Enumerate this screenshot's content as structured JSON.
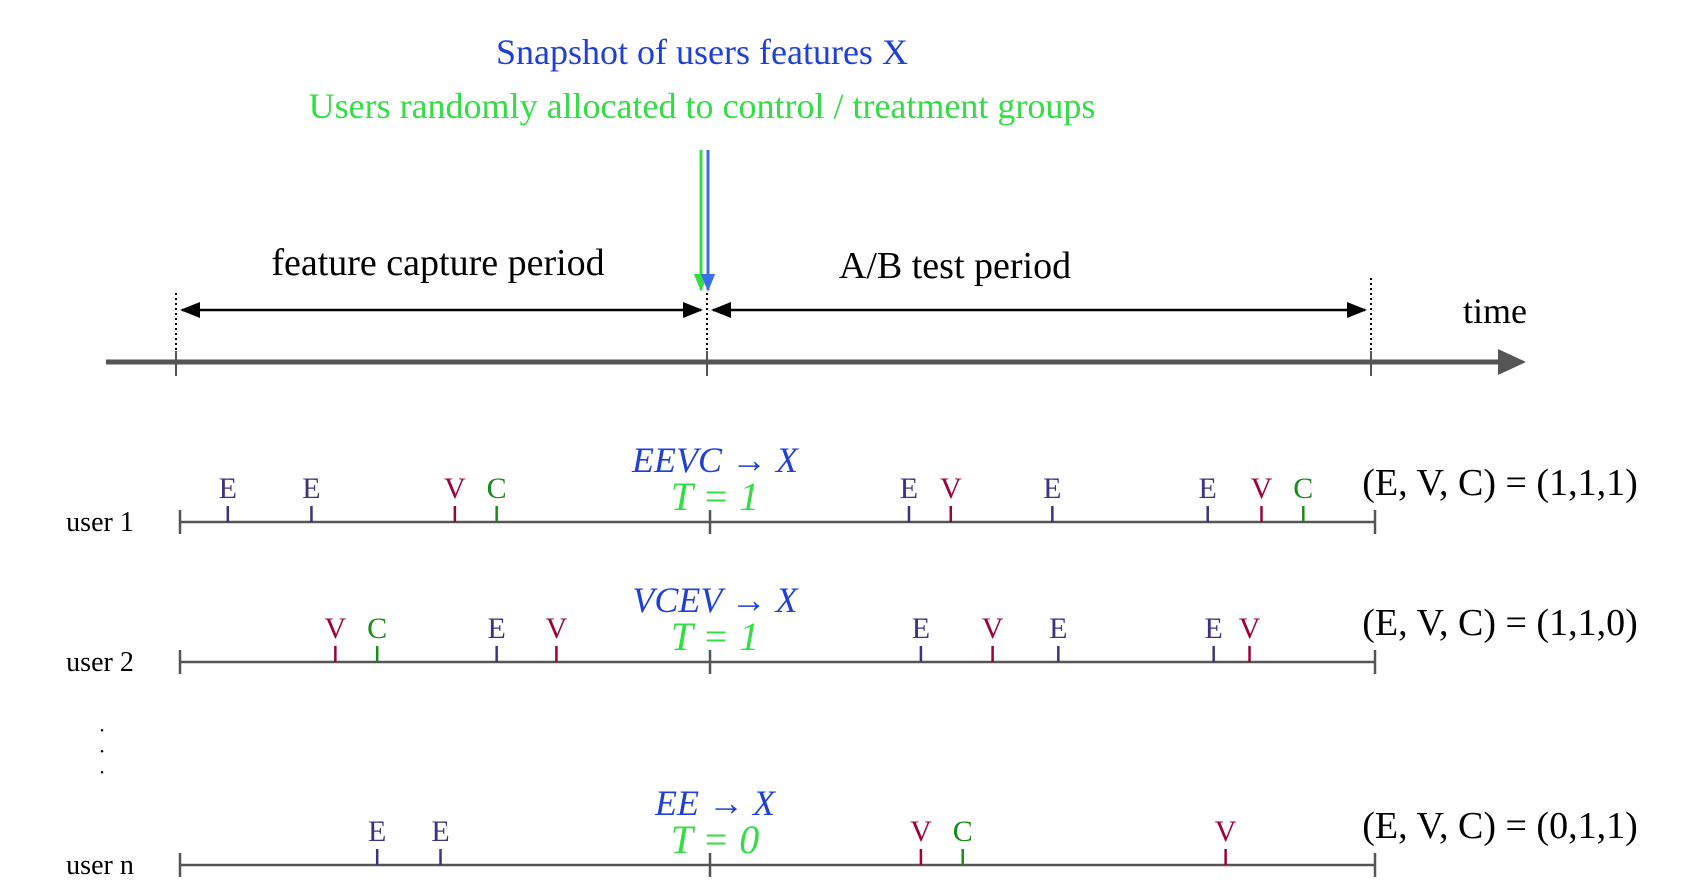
{
  "header": {
    "snapshot_text": "Snapshot of users features X",
    "allocation_text": "Users randomly allocated to control / treatment groups"
  },
  "timeline": {
    "feature_period_label": "feature capture period",
    "ab_period_label": "A/B test period",
    "time_label": "time"
  },
  "colors": {
    "snapshot_blue": "#1f3fd6",
    "allocation_green": "#33dd44",
    "E": "#3d3280",
    "V": "#a0003a",
    "C": "#1a8a1a",
    "axis": "#555555"
  },
  "users": [
    {
      "label": "user 1",
      "feature_expr": "EEVC → X",
      "treatment": "T = 1",
      "outcome": "(E, V, C) = (1,1,1)",
      "events": [
        {
          "type": "E",
          "t": 0.04
        },
        {
          "type": "E",
          "t": 0.11
        },
        {
          "type": "V",
          "t": 0.23
        },
        {
          "type": "C",
          "t": 0.265
        },
        {
          "type": "E",
          "t": 0.61
        },
        {
          "type": "V",
          "t": 0.645
        },
        {
          "type": "E",
          "t": 0.73
        },
        {
          "type": "E",
          "t": 0.86
        },
        {
          "type": "V",
          "t": 0.905
        },
        {
          "type": "C",
          "t": 0.94
        }
      ]
    },
    {
      "label": "user 2",
      "feature_expr": "VCEV → X",
      "treatment": "T = 1",
      "outcome": "(E, V, C) = (1,1,0)",
      "events": [
        {
          "type": "V",
          "t": 0.13
        },
        {
          "type": "C",
          "t": 0.165
        },
        {
          "type": "E",
          "t": 0.265
        },
        {
          "type": "V",
          "t": 0.315
        },
        {
          "type": "E",
          "t": 0.62
        },
        {
          "type": "V",
          "t": 0.68
        },
        {
          "type": "E",
          "t": 0.735
        },
        {
          "type": "E",
          "t": 0.865
        },
        {
          "type": "V",
          "t": 0.895
        }
      ]
    },
    {
      "label": "user n",
      "feature_expr": "EE → X",
      "treatment": "T = 0",
      "outcome": "(E, V, C) = (0,1,1)",
      "events": [
        {
          "type": "E",
          "t": 0.165
        },
        {
          "type": "E",
          "t": 0.218
        },
        {
          "type": "V",
          "t": 0.62
        },
        {
          "type": "C",
          "t": 0.655
        },
        {
          "type": "V",
          "t": 0.875
        }
      ]
    }
  ],
  "ellipsis": "·\n·\n·"
}
